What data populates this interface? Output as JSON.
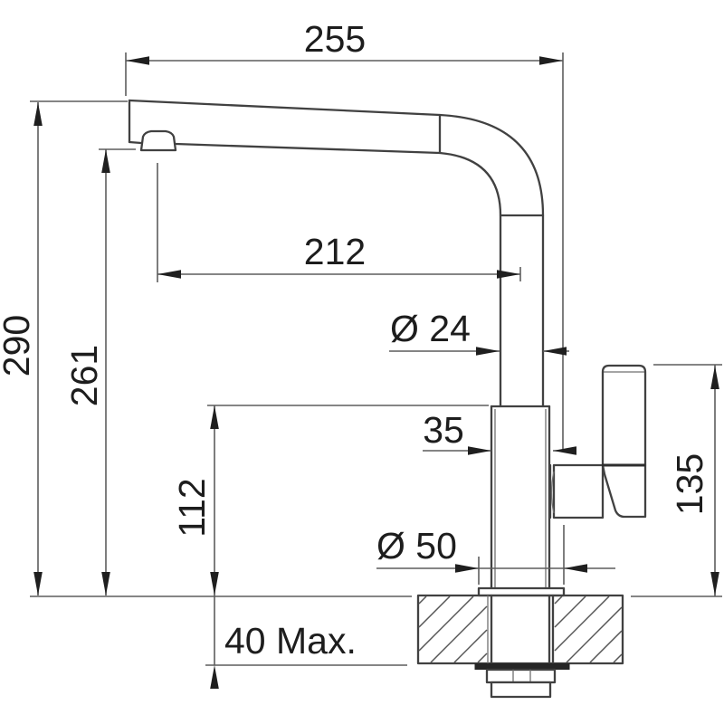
{
  "drawing": {
    "kind": "faucet-installation-dimension-drawing",
    "units_implied": "mm",
    "dimensions": {
      "overall_width": "255",
      "overall_height": "290",
      "spout_outlet_height": "261",
      "spout_reach": "212",
      "spout_diameter": "Ø 24",
      "body_width": "35",
      "body_height": "112",
      "base_diameter": "Ø 50",
      "handle_height": "135",
      "max_counter_thickness": "40 Max."
    },
    "colors": {
      "background": "#ffffff",
      "outline": "#414141",
      "dimension_lines": "#5d5d5d",
      "arrows_and_text": "#1f1f1f",
      "washer_fill": "#262626"
    }
  }
}
